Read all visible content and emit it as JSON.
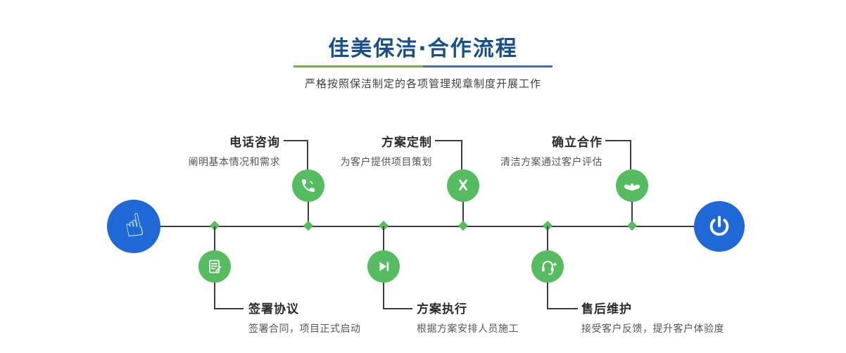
{
  "header": {
    "title": "佳美保洁·合作流程",
    "subtitle": "严格按照保洁制定的各项管理规章制度开展工作"
  },
  "steps": [
    {
      "title": "电话咨询",
      "desc": "阐明基本情况和需求",
      "icon": "phone-icon",
      "position": "top"
    },
    {
      "title": "签署协议",
      "desc": "签署合同，项目正式启动",
      "icon": "document-icon",
      "position": "bottom"
    },
    {
      "title": "方案定制",
      "desc": "为客户提供项目策划",
      "icon": "design-icon",
      "position": "top"
    },
    {
      "title": "方案执行",
      "desc": "根据方案安排人员施工",
      "icon": "play-icon",
      "position": "bottom"
    },
    {
      "title": "确立合作",
      "desc": "清洁方案通过客户评估",
      "icon": "handshake-icon",
      "position": "top"
    },
    {
      "title": "售后维护",
      "desc": "接受客户反馈，提升客户体验度",
      "icon": "headset-icon",
      "position": "bottom"
    }
  ],
  "timeline": {
    "start_icon": "hand-pointer-icon",
    "end_icon": "power-icon",
    "start_glyph": "☝"
  },
  "colors": {
    "accent_green": "#55bd60",
    "accent_blue": "#1e68d7",
    "title_navy": "#174f8c",
    "underline_green": "#74b32c",
    "underline_blue": "#3a74a8"
  }
}
